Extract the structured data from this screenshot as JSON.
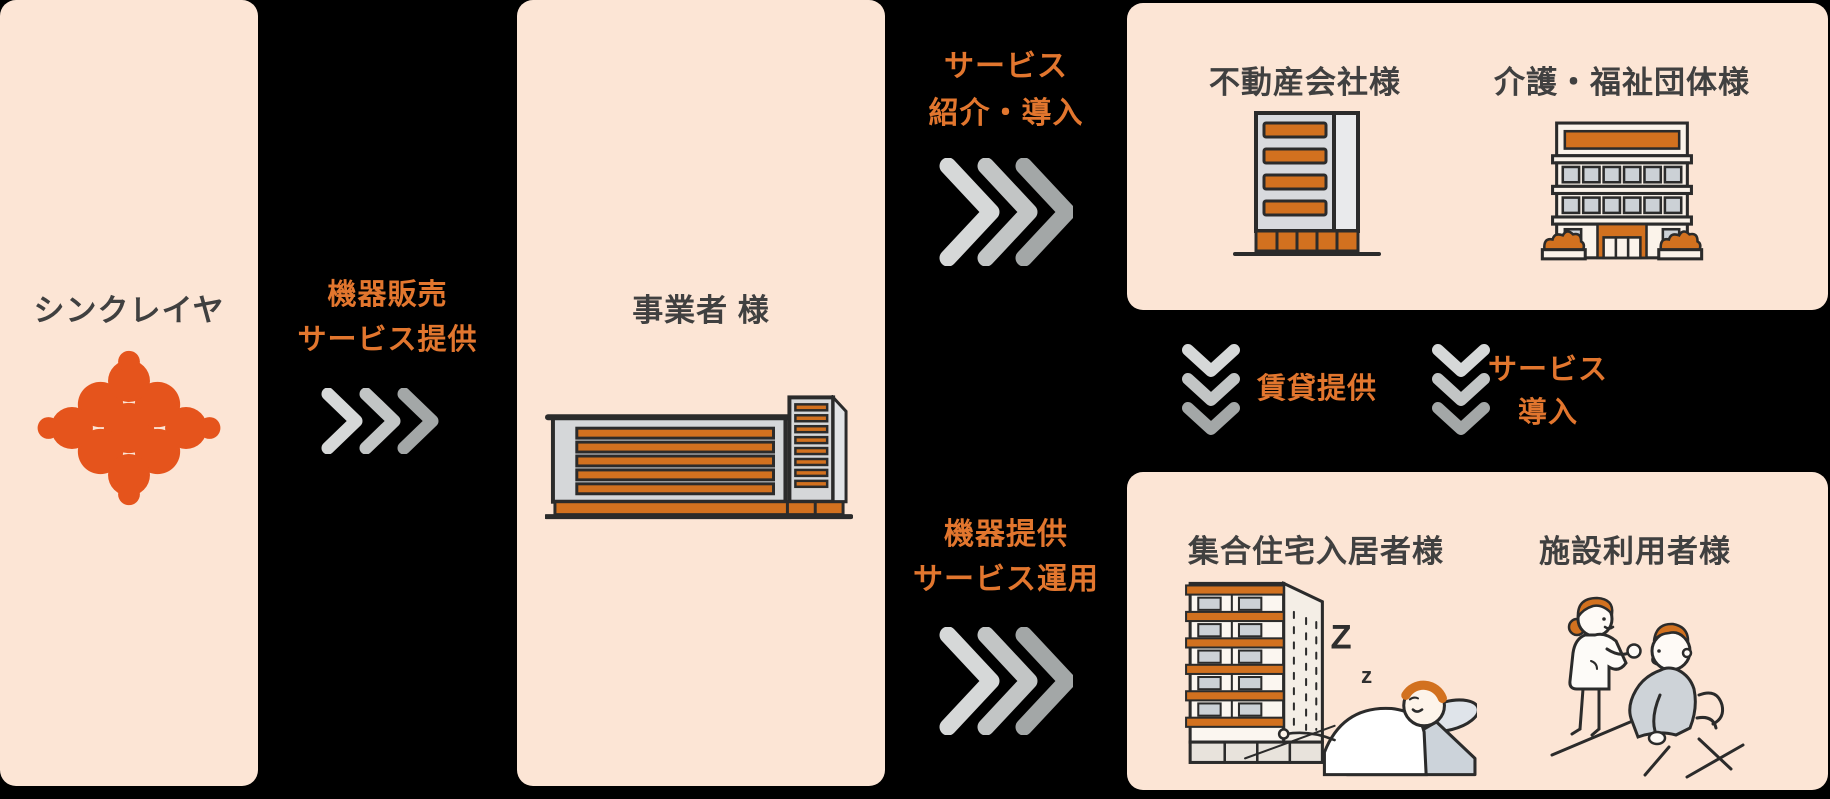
{
  "colors": {
    "background": "#000000",
    "panel_bg": "#fce5d5",
    "flow_label_orange": "#e2762e",
    "logo_orange": "#e5541c",
    "illustration_orange": "#d2711f",
    "outline_dark": "#2b2b2b",
    "title_text": "#404040",
    "chevron_light": "#d6d8d8",
    "chevron_mid": "#c2c5c5",
    "chevron_dark": "#a3a7a7",
    "window_gray": "#ccd1d6",
    "building_gray": "#d5d7d9"
  },
  "panels": {
    "synclayer": {
      "title": "シンクレイヤ"
    },
    "operator": {
      "title": "事業者 様"
    },
    "partners": {
      "real_estate_title": "不動産会社様",
      "welfare_title": "介護・福祉団体様"
    },
    "end_users": {
      "residents_title": "集合住宅入居者様",
      "facility_users_title": "施設利用者様"
    }
  },
  "flows": {
    "equipment_sales": {
      "line1": "機器販売",
      "line2": "サービス提供"
    },
    "service_intro": {
      "line1": "サービス",
      "line2": "紹介・導入"
    },
    "equipment_provision": {
      "line1": "機器提供",
      "line2": "サービス運用"
    },
    "rental": {
      "label": "賃貸提供"
    },
    "service_install": {
      "line1": "サービス",
      "line2": "導入"
    }
  },
  "illustration_text": {
    "sleep_z_large": "Z",
    "sleep_z_small": "z"
  }
}
